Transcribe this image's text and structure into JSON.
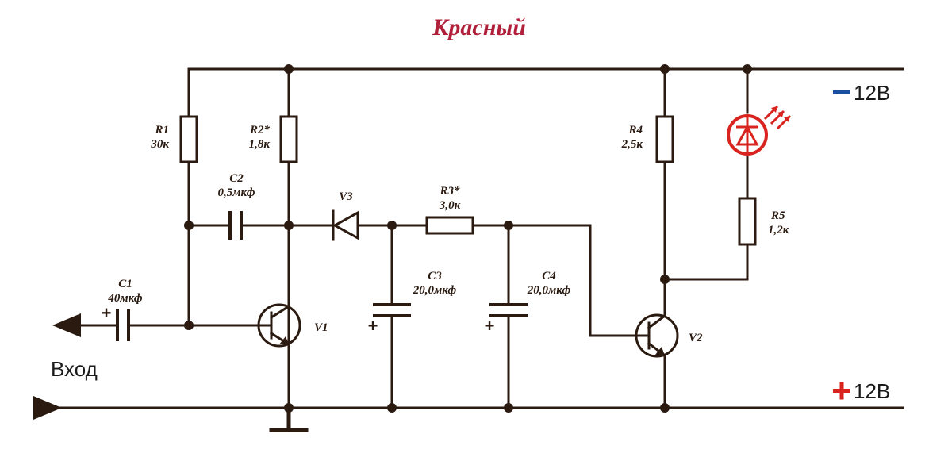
{
  "title": "Красный",
  "colors": {
    "title": "#b0203a",
    "led": "#d8231e",
    "minus": "#1a4fa0",
    "plus": "#d8231e",
    "wire": "#2a1a10"
  },
  "rails": {
    "minus_label": "12В",
    "plus_label": "12В",
    "input_label": "Вход"
  },
  "components": {
    "r1": {
      "ref": "R1",
      "value": "30к"
    },
    "r2": {
      "ref": "R2*",
      "value": "1,8к"
    },
    "r3": {
      "ref": "R3*",
      "value": "3,0к"
    },
    "r4": {
      "ref": "R4",
      "value": "2,5к"
    },
    "r5": {
      "ref": "R5",
      "value": "1,2к"
    },
    "c1": {
      "ref": "C1",
      "value": "40мкф"
    },
    "c2": {
      "ref": "C2",
      "value": "0,5мкф"
    },
    "c3": {
      "ref": "C3",
      "value": "20,0мкф"
    },
    "c4": {
      "ref": "C4",
      "value": "20,0мкф"
    },
    "v1": {
      "ref": "V1"
    },
    "v2": {
      "ref": "V2"
    },
    "v3": {
      "ref": "V3"
    }
  },
  "polarity_mark": "+"
}
